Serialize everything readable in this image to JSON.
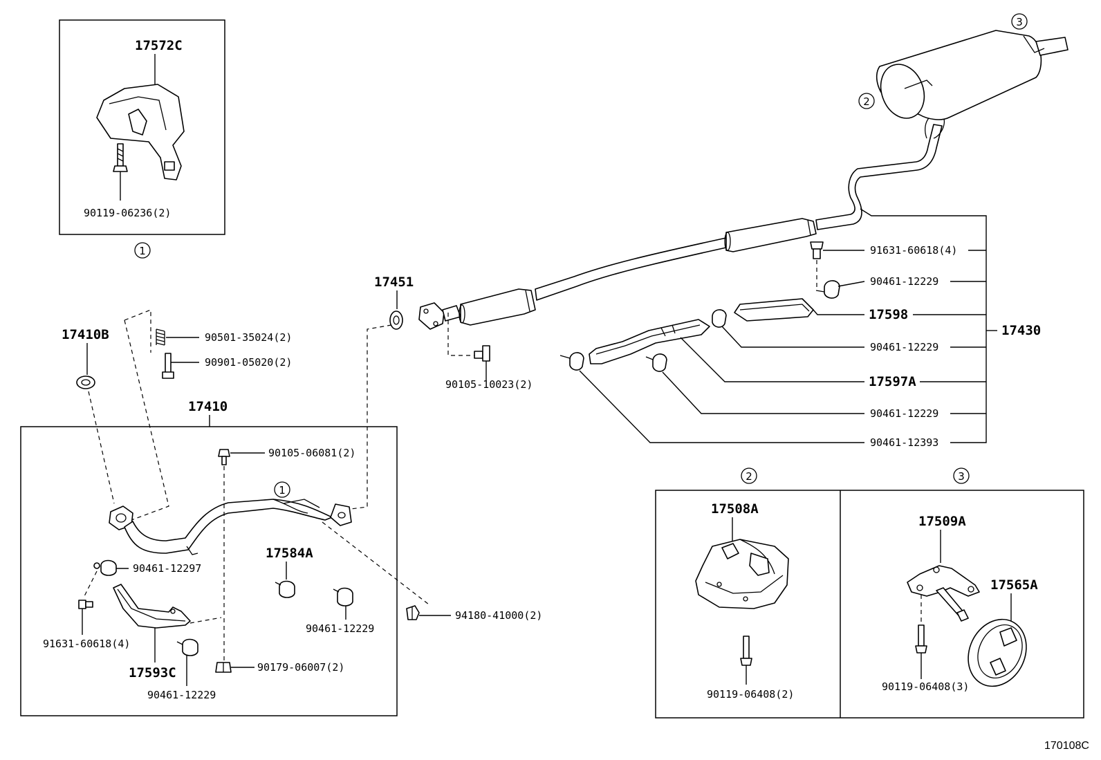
{
  "labels": {
    "p17572C": "17572C",
    "p90119_06236": "90119-06236(2)",
    "p17451": "17451",
    "p17410B": "17410B",
    "p90501_35024": "90501-35024(2)",
    "p90901_05020": "90901-05020(2)",
    "p90105_10023": "90105-10023(2)",
    "p17410": "17410",
    "p90105_06081": "90105-06081(2)",
    "p90461_12297": "90461-12297",
    "p17584A": "17584A",
    "p91631_60618_left": "91631-60618(4)",
    "p90461_12229_left_mid": "90461-12229",
    "p94180_41000": "94180-41000(2)",
    "p17593C": "17593C",
    "p90179_06007": "90179-06007(2)",
    "p90461_12229_left_bottom": "90461-12229",
    "p91631_60618_right": "91631-60618(4)",
    "p90461_12229_r1": "90461-12229",
    "p17598": "17598",
    "p17430": "17430",
    "p90461_12229_r2": "90461-12229",
    "p17597A": "17597A",
    "p90461_12229_r3": "90461-12229",
    "p90461_12393": "90461-12393",
    "p17508A": "17508A",
    "p90119_06408_a": "90119-06408(2)",
    "p17509A": "17509A",
    "p17565A": "17565A",
    "p90119_06408_b": "90119-06408(3)",
    "figure_code": "170108C"
  },
  "callouts": {
    "c1": "1",
    "c2": "2",
    "c3": "3"
  },
  "colors": {
    "ink": "#000000",
    "paper": "#ffffff"
  }
}
